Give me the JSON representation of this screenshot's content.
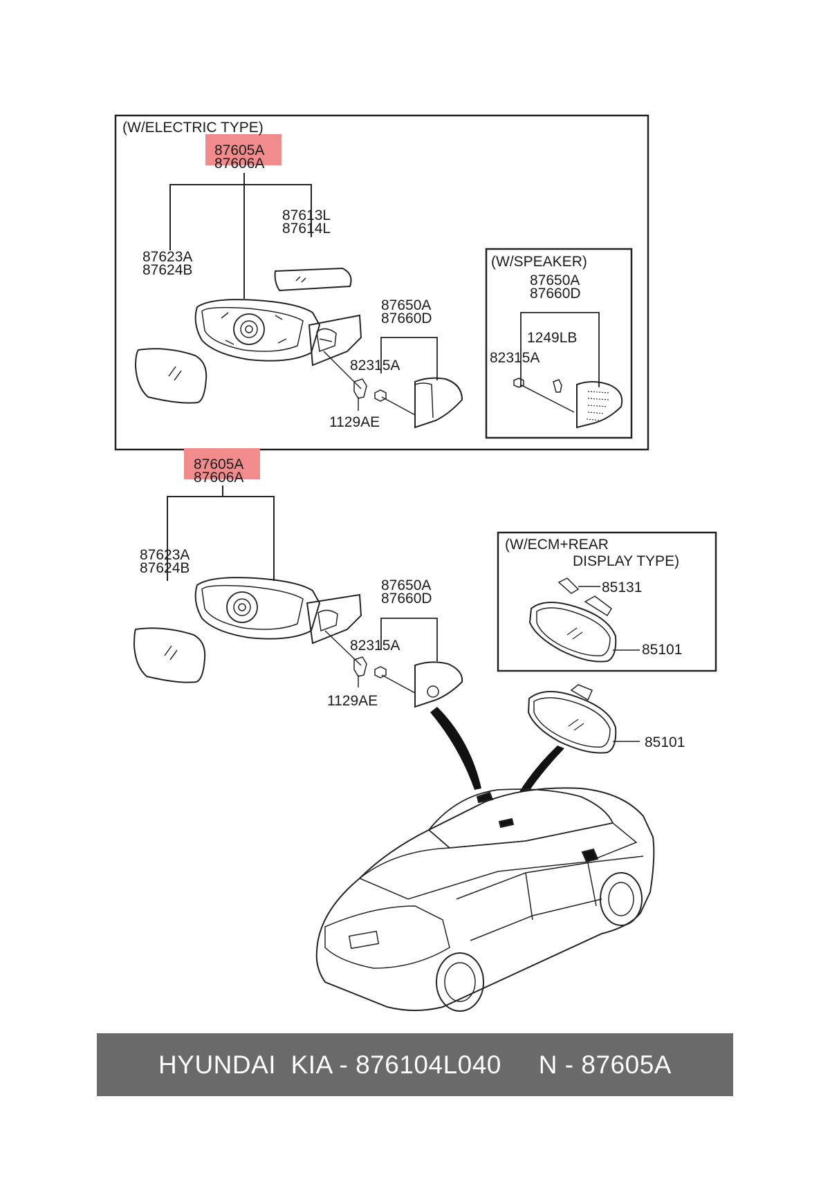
{
  "colors": {
    "highlight": "#f28b8b",
    "line": "#222222",
    "footer_bg": "#6a6a6a",
    "footer_text": "#ffffff"
  },
  "electric_box": {
    "title": "(W/ELECTRIC TYPE)",
    "assembly_codes": [
      "87605A",
      "87606A"
    ],
    "glass_codes": [
      "87623A",
      "87624B"
    ],
    "cover_codes": [
      "87613L",
      "87614L"
    ],
    "cap_codes": [
      "87650A",
      "87660D"
    ],
    "nut_code": "82315A",
    "bolt_code": "1129AE"
  },
  "speaker_box": {
    "title": "(W/SPEAKER)",
    "cap_codes": [
      "87650A",
      "87660D"
    ],
    "screw_code": "1249LB",
    "nut_code": "82315A"
  },
  "manual_group": {
    "assembly_codes": [
      "87605A",
      "87606A"
    ],
    "glass_codes": [
      "87623A",
      "87624B"
    ],
    "cap_codes": [
      "87650A",
      "87660D"
    ],
    "nut_code": "82315A",
    "bolt_code": "1129AE"
  },
  "ecm_box": {
    "title_line1": "(W/ECM+REAR",
    "title_line2": "DISPLAY TYPE)",
    "cover_code": "85131",
    "mirror_code": "85101"
  },
  "inside_mirror_code": "85101",
  "footer": {
    "text": "HYUNDAI  KIA - 876104L040     N - 87605A"
  }
}
